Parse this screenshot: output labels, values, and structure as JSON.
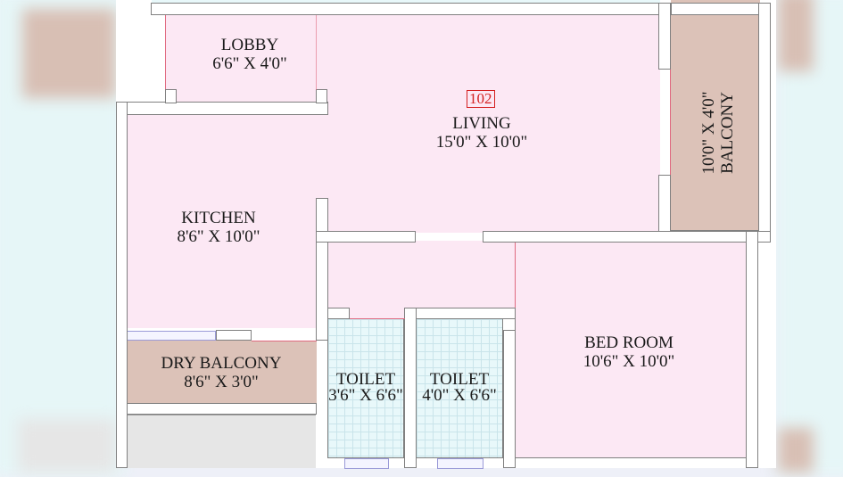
{
  "plan": {
    "unit_number": "102",
    "rooms": {
      "lobby": {
        "name": "LOBBY",
        "size": "6'6\" X 4'0\""
      },
      "living": {
        "name": "LIVING",
        "size": "15'0\" X 10'0\""
      },
      "balcony": {
        "name": "BALCONY",
        "size": "10'0\" X 4'0\""
      },
      "kitchen": {
        "name": "KITCHEN",
        "size": "8'6\" X 10'0\""
      },
      "dry_balcony": {
        "name": "DRY BALCONY",
        "size": "8'6\" X 3'0\""
      },
      "toilet_1": {
        "name": "TOILET",
        "size": "3'6\" X 6'6\""
      },
      "toilet_2": {
        "name": "TOILET",
        "size": "4'0\" X 6'6\""
      },
      "bedroom": {
        "name": "BED ROOM",
        "size": "10'6\" X 10'0\""
      }
    },
    "colors": {
      "room_fill": "#fce8f4",
      "balcony_fill": "#dcc2b8",
      "toilet_fill": "#e8f8fa",
      "wall": "#ffffff",
      "wall_outline": "#808080",
      "unit_number": "#d42020"
    }
  }
}
